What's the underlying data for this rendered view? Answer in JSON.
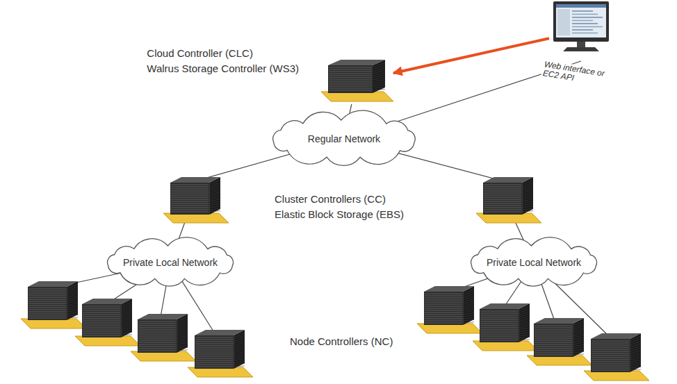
{
  "diagram": {
    "nodes": [
      {
        "text": [
          "Web interface or EC2 API"
        ]
      },
      {
        "text": [
          "Cloud Controller (CLC)",
          "Walrus Storage Controller (WS3)"
        ]
      },
      {
        "text": [
          "Regular Network"
        ]
      },
      {
        "text": [
          "Private Local Network"
        ]
      },
      {
        "text": [
          "Private Local Network"
        ]
      }
    ],
    "edges": [
      {
        "from": 0,
        "to": 1,
        "arrow": "to"
      },
      {
        "from": 1,
        "to": 2,
        "arrow": "none"
      },
      {
        "from": 0,
        "to": 2,
        "arrow": "none"
      }
    ],
    "labels": [
      "Cluster Controllers (CC)",
      "Elastic Block Storage (EBS)",
      "Node Controllers (NC)"
    ]
  }
}
